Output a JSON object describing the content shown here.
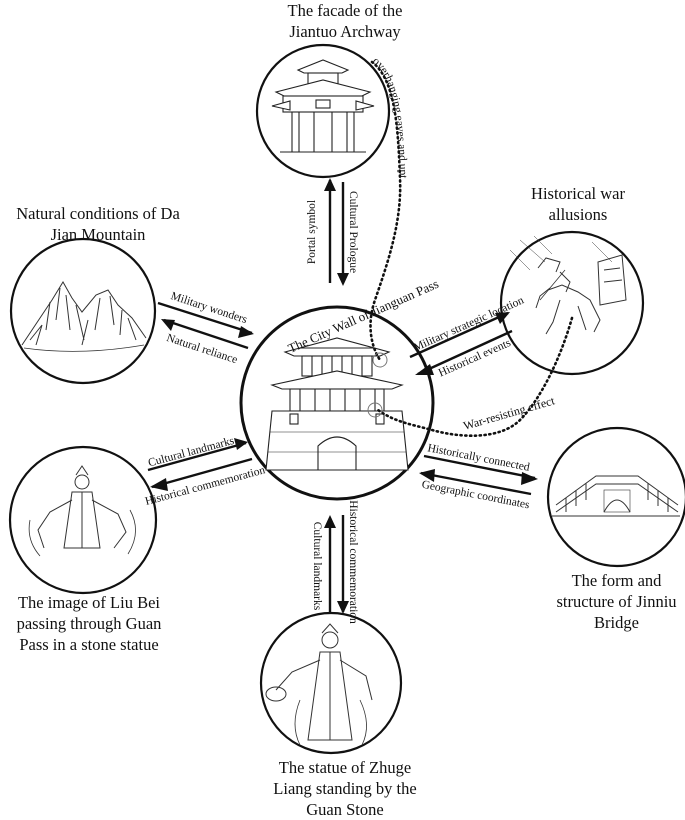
{
  "center": {
    "label": "The City Wall of Jianguan Pass"
  },
  "nodes": {
    "top": {
      "title_lines": [
        "The facade of the",
        "Jiantuo Archway"
      ]
    },
    "upper_left": {
      "title_lines": [
        "Natural conditions of Da",
        "Jian Mountain"
      ]
    },
    "upper_right": {
      "title_lines": [
        "Historical war",
        "allusions"
      ]
    },
    "lower_left": {
      "title_lines": [
        "The image of Liu Bei",
        "passing through Guan",
        "Pass in a stone statue"
      ]
    },
    "lower_right": {
      "title_lines": [
        "The form and",
        "structure of Jinniu",
        "Bridge"
      ]
    },
    "bottom": {
      "title_lines": [
        "The statue of Zhuge",
        "Liang standing by the",
        "Guan Stone"
      ]
    }
  },
  "arrows": {
    "top_in": "Cultural Prologue",
    "top_out": "Portal symbol",
    "upper_left_in": "Military wonders",
    "upper_left_out": "Natural reliance",
    "upper_right_in": "Military strategic location",
    "upper_right_out": "Historical events",
    "lower_left_in": "Cultural landmarks",
    "lower_left_out": "Historical commemoration",
    "lower_right_in": "Historically connected",
    "lower_right_out": "Geographic coordinates",
    "bottom_in": "Historical commemoration",
    "bottom_out": "Cultural landmarks"
  },
  "dotted_links": {
    "eaves": "overhanging eaves and upturned corners",
    "war": "War-resisting effect"
  }
}
